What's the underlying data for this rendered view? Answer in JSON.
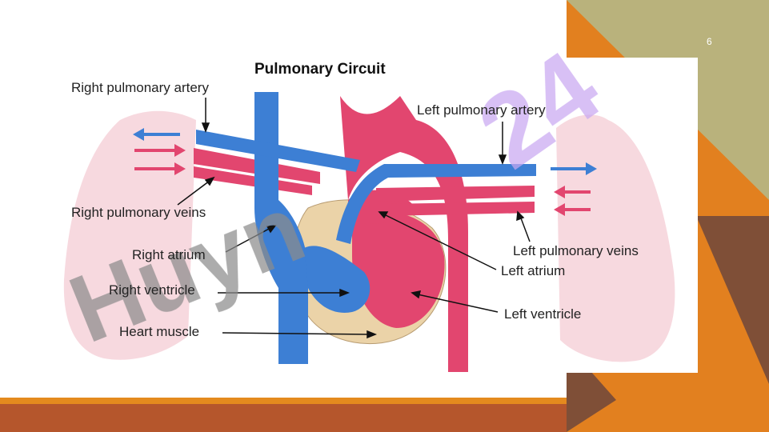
{
  "slide": {
    "number": "6",
    "colors": {
      "olive": "#b9b27c",
      "orange": "#e2801f",
      "brown": "#7f4f37",
      "rust": "#b5562c",
      "bar_orange": "#e48a1e"
    }
  },
  "diagram": {
    "title": "Pulmonary Circuit",
    "colors": {
      "oxygen_poor": "#3d7fd4",
      "oxygen_rich": "#e2466f",
      "lung": "#f6d5dc",
      "heart_muscle": "#ebd3a8"
    },
    "labels": {
      "right_pulmonary_artery": "Right pulmonary artery",
      "left_pulmonary_artery": "Left pulmonary artery",
      "right_pulmonary_veins": "Right pulmonary veins",
      "left_pulmonary_veins": "Left pulmonary veins",
      "right_atrium": "Right atrium",
      "left_atrium": "Left atrium",
      "right_ventricle": "Right ventricle",
      "left_ventricle": "Left ventricle",
      "heart_muscle": "Heart muscle"
    }
  },
  "watermark": {
    "text_purple": "24",
    "text_gray": "Huyn"
  }
}
